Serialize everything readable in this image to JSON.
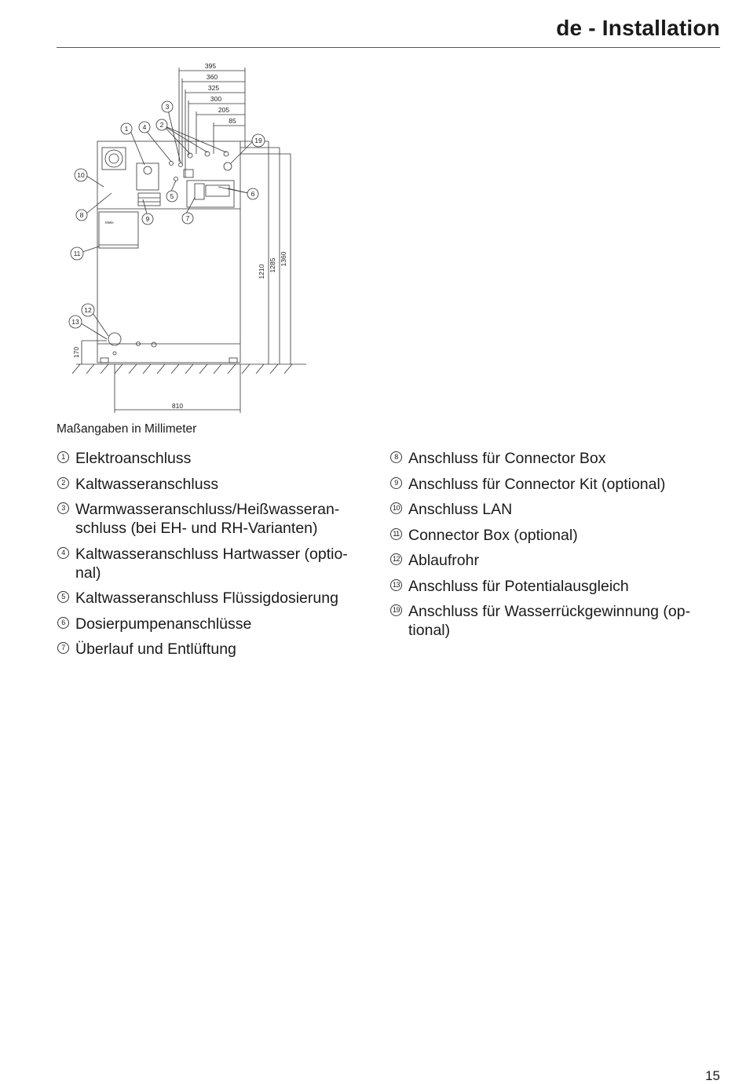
{
  "header": {
    "title": "de - Installation"
  },
  "drawing": {
    "dimensions_top": [
      "395",
      "360",
      "325",
      "300",
      "205",
      "85"
    ],
    "dimensions_right": [
      "1210",
      "1285",
      "1360"
    ],
    "dimension_left": "170",
    "dimension_bottom": "810",
    "callouts": [
      "1",
      "2",
      "3",
      "4",
      "5",
      "6",
      "7",
      "8",
      "9",
      "10",
      "11",
      "12",
      "13",
      "19"
    ],
    "logo_text": "Miele"
  },
  "caption": "Maßangaben in Millimeter",
  "legend_left": [
    {
      "num": "1",
      "text": "Elektroanschluss"
    },
    {
      "num": "2",
      "text": "Kaltwasseranschluss"
    },
    {
      "num": "3",
      "text": "Warmwasseranschluss/Heißwasseran-schluss (bei EH- und RH-Varianten)"
    },
    {
      "num": "4",
      "text": "Kaltwasseranschluss Hartwasser (optio-nal)"
    },
    {
      "num": "5",
      "text": "Kaltwasseranschluss Flüssigdosierung"
    },
    {
      "num": "6",
      "text": "Dosierpumpenanschlüsse"
    },
    {
      "num": "7",
      "text": "Überlauf und Entlüftung"
    }
  ],
  "legend_right": [
    {
      "num": "8",
      "text": "Anschluss für Connector Box"
    },
    {
      "num": "9",
      "text": "Anschluss für Connector Kit (optional)"
    },
    {
      "num": "10",
      "text": "Anschluss LAN"
    },
    {
      "num": "11",
      "text": "Connector Box (optional)"
    },
    {
      "num": "12",
      "text": "Ablaufrohr"
    },
    {
      "num": "13",
      "text": "Anschluss für Potentialausgleich"
    },
    {
      "num": "19",
      "text": "Anschluss für Wasserrückgewinnung (op-tional)"
    }
  ],
  "page_number": "15"
}
